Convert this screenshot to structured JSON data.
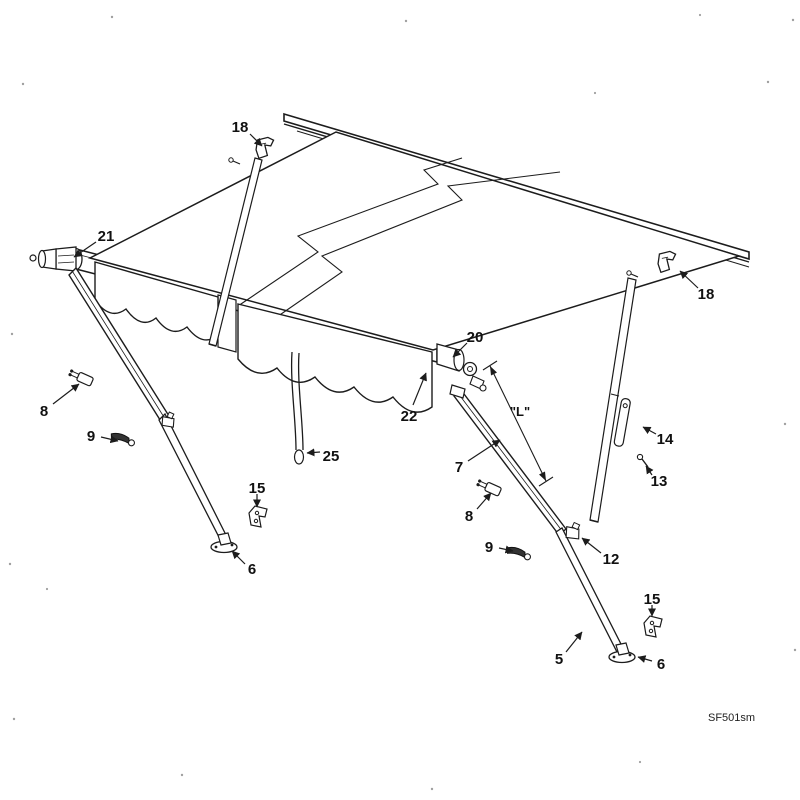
{
  "diagram": {
    "kind": "awning-exploded-parts-diagram",
    "footer_code": "SF501sm",
    "dimension_label": "\"L\"",
    "colors": {
      "background": "#ffffff",
      "ink": "#1c1c1c"
    },
    "callouts": [
      {
        "part": "18",
        "target": "rail-bracket-left"
      },
      {
        "part": "21",
        "target": "roller-idler-head-left"
      },
      {
        "part": "8",
        "target": "arm-clamp-left"
      },
      {
        "part": "9",
        "target": "arm-lever-left"
      },
      {
        "part": "15",
        "target": "bottom-bracket-left"
      },
      {
        "part": "6",
        "target": "arm-foot-left"
      },
      {
        "part": "25",
        "target": "pull-strap"
      },
      {
        "part": "22",
        "target": "roller-end-right"
      },
      {
        "part": "20",
        "target": "torsion-assembly-right"
      },
      {
        "part": "7",
        "target": "support-arm-right-upper"
      },
      {
        "part": "8",
        "target": "arm-clamp-right"
      },
      {
        "part": "9",
        "target": "arm-lever-right"
      },
      {
        "part": "12",
        "target": "arm-slider-right"
      },
      {
        "part": "5",
        "target": "support-arm-right-lower"
      },
      {
        "part": "15",
        "target": "bottom-bracket-right"
      },
      {
        "part": "6",
        "target": "arm-foot-right"
      },
      {
        "part": "14",
        "target": "rafter-cover-right"
      },
      {
        "part": "13",
        "target": "rafter-screw-right"
      },
      {
        "part": "18",
        "target": "rail-bracket-right"
      }
    ]
  }
}
